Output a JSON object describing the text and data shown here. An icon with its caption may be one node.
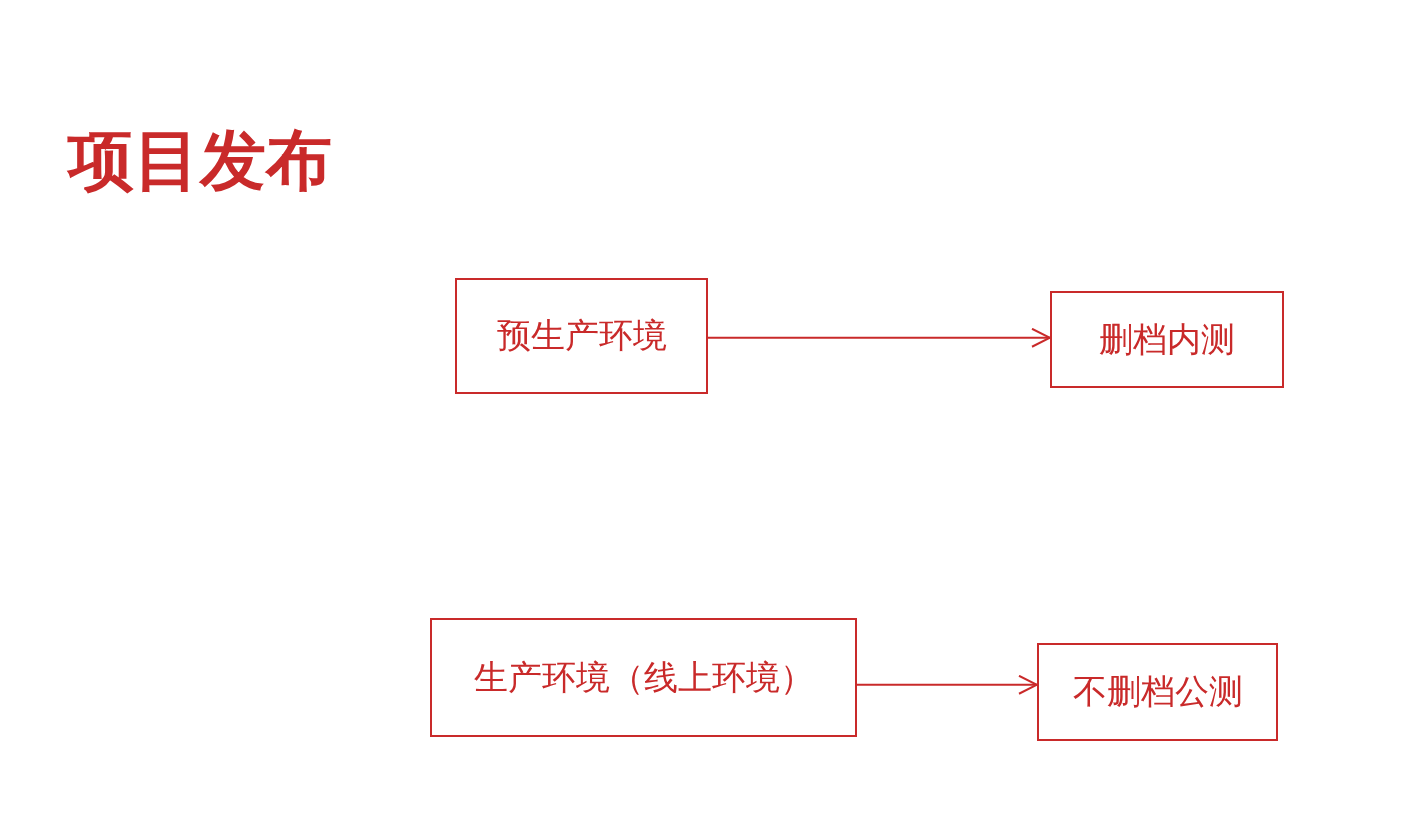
{
  "diagram": {
    "title": "项目发布",
    "nodes": [
      {
        "text": [
          "预生产环境"
        ]
      },
      {
        "text": [
          "删档内测"
        ]
      },
      {
        "text": [
          "生产环境（线上环境）"
        ]
      },
      {
        "text": [
          "不删档公测"
        ]
      }
    ],
    "edges": [
      {
        "from": 0,
        "to": 1,
        "arrow": "to"
      },
      {
        "from": 2,
        "to": 3,
        "arrow": "to"
      }
    ]
  }
}
